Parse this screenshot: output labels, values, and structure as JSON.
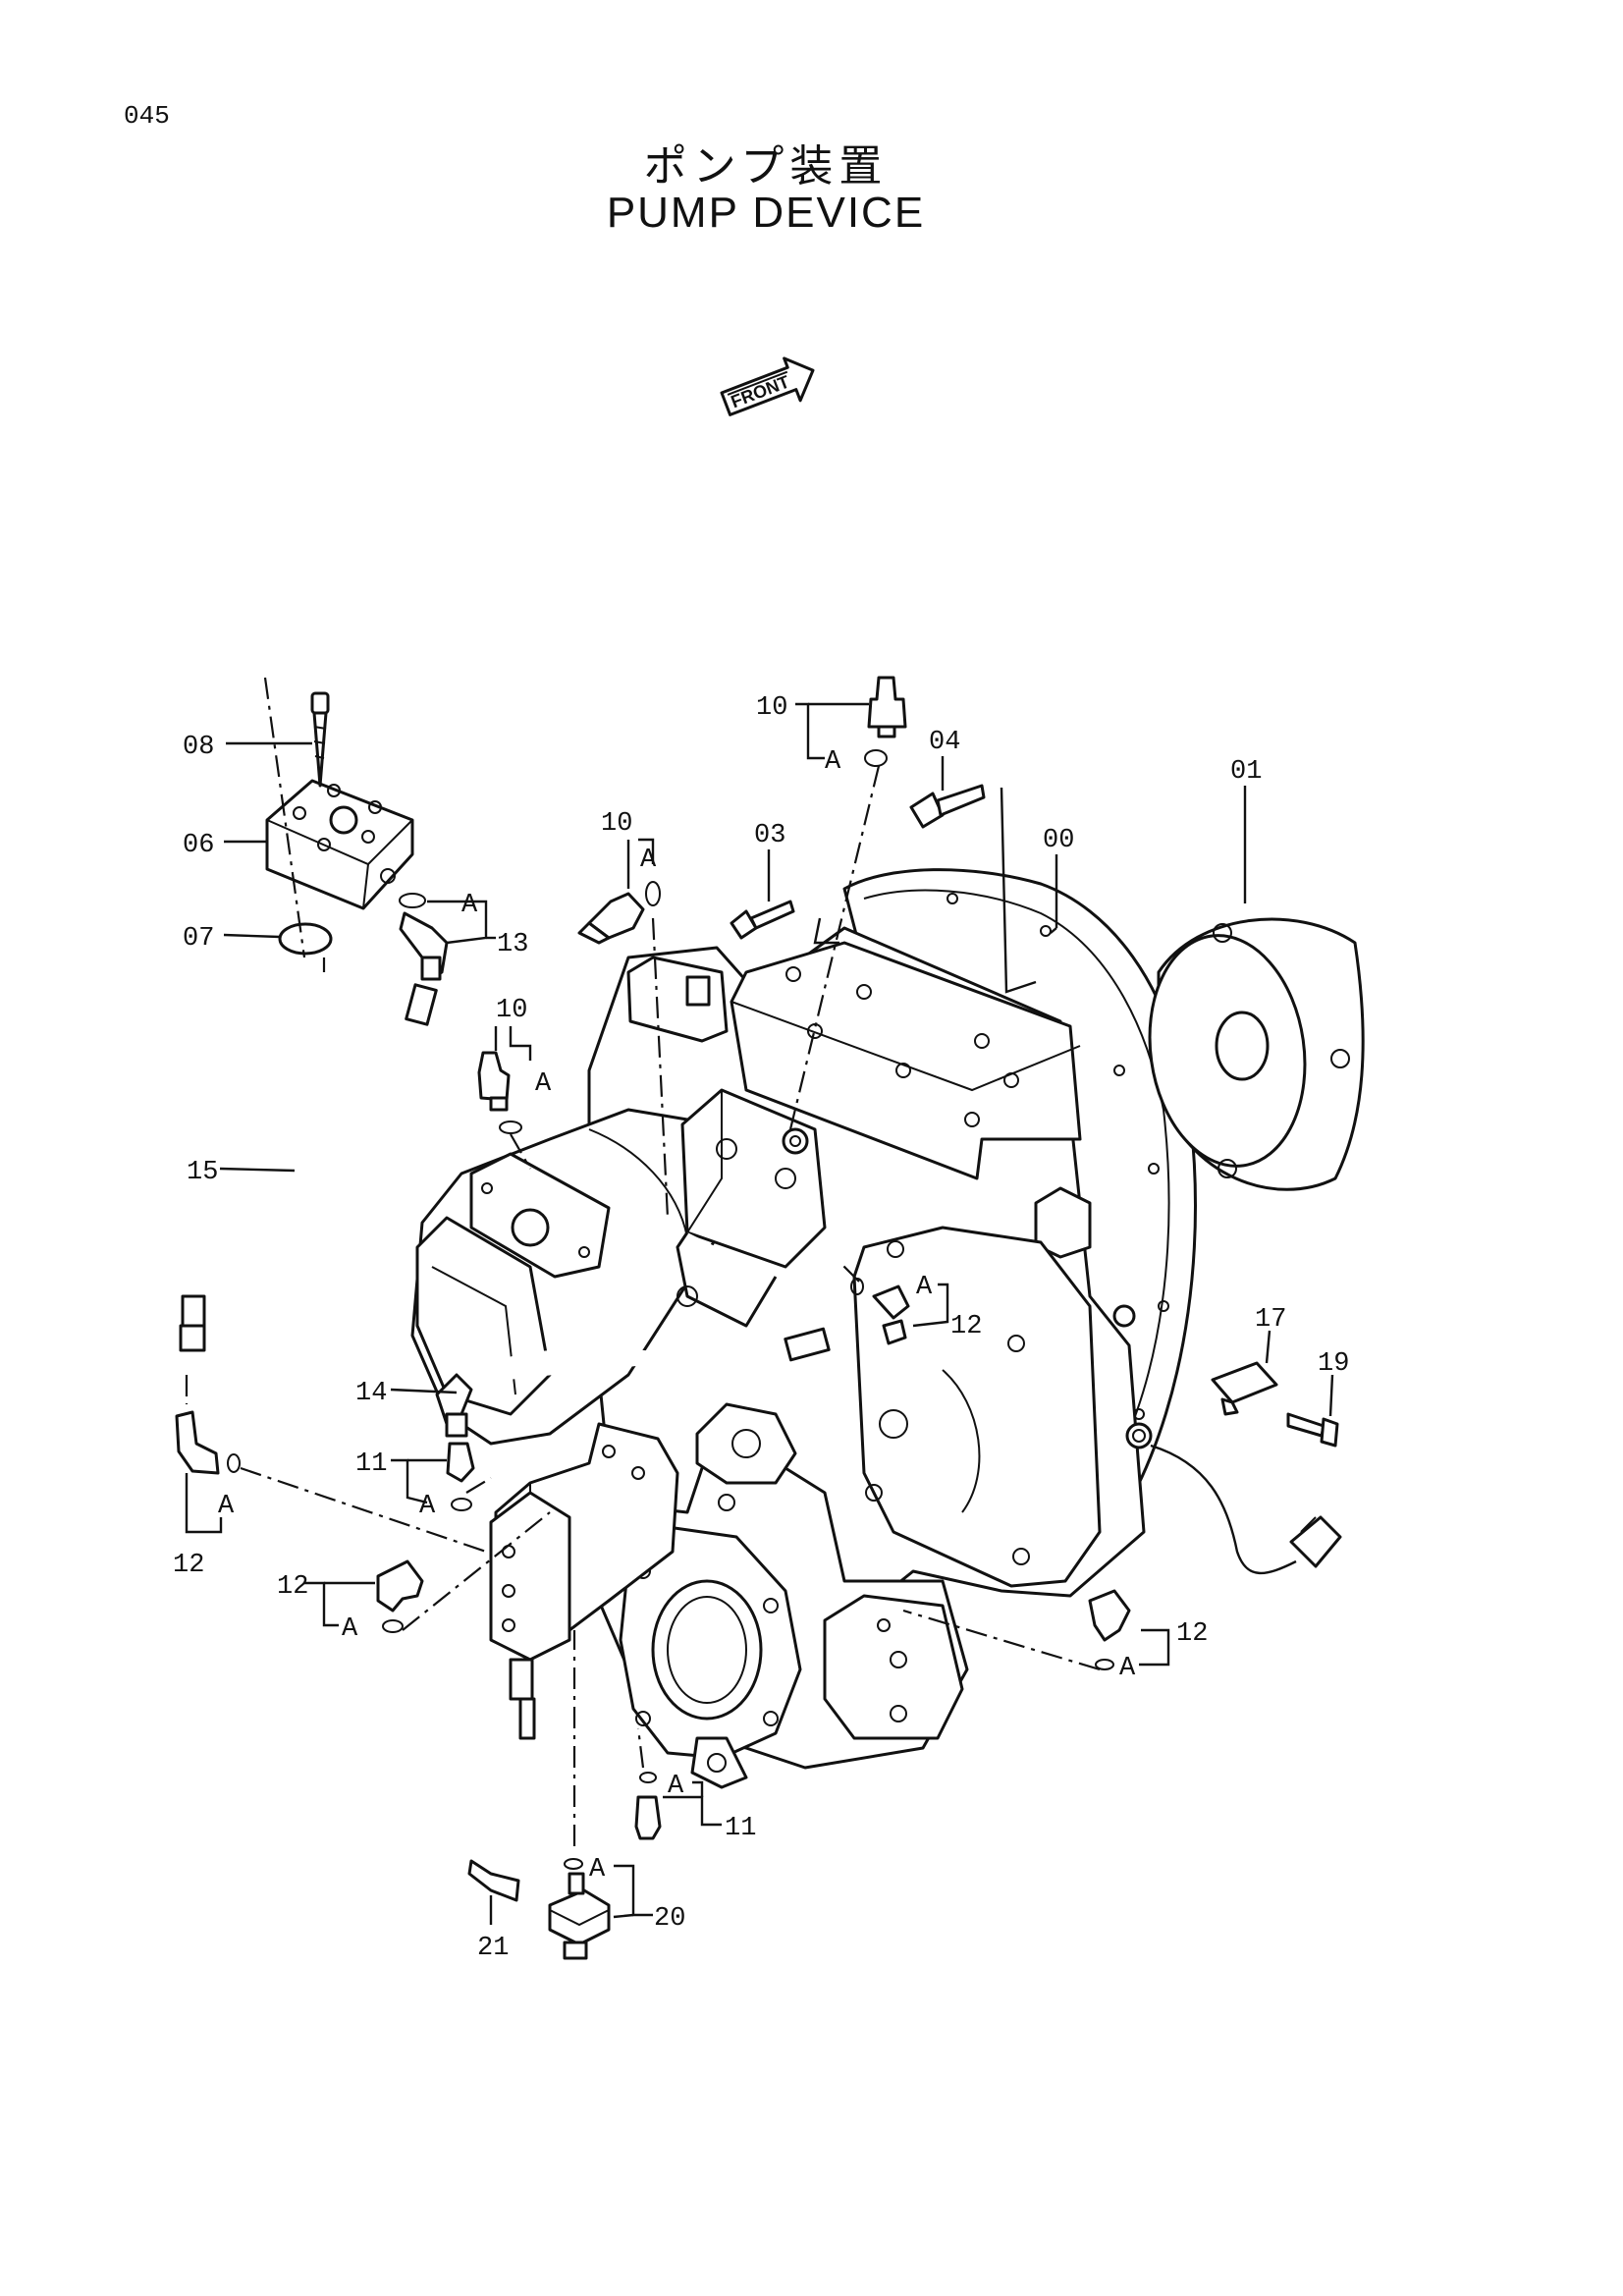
{
  "page": {
    "number": "045",
    "title_jp": "ポンプ装置",
    "title_en": "PUMP DEVICE",
    "front_label": "FRONT"
  },
  "callouts": {
    "c00": "00",
    "c01": "01",
    "c03": "03",
    "c04": "04",
    "c06": "06",
    "c07": "07",
    "c08": "08",
    "c10a": "10",
    "c10b": "10",
    "c10c": "10",
    "c11a": "11",
    "c11b": "11",
    "c12a": "12",
    "c12b": "12",
    "c12c": "12",
    "c12d": "12",
    "c13": "13",
    "c14": "14",
    "c15": "15",
    "c17": "17",
    "c19": "19",
    "c20": "20",
    "c21": "21"
  },
  "ring_label": "A"
}
